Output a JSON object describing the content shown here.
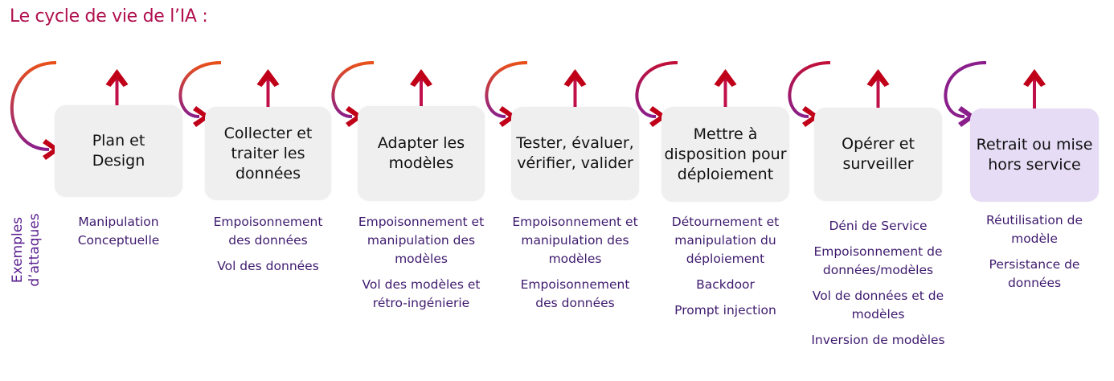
{
  "title": "Le cycle de vie de l’IA :",
  "side_label": "Exemples\nd’attaques",
  "colors": {
    "title": "#b0104e",
    "arrow": "#c00018",
    "loop_start": "#e8501a",
    "loop_end": "#8a1e8a",
    "box": "#efefef",
    "box_last": "#e6dcf5",
    "attack_text": "#3e1a6e"
  },
  "steps": [
    {
      "label": "Plan et\nDesign",
      "attacks": [
        "Manipulation\nConceptuelle"
      ]
    },
    {
      "label": "Collecter et\ntraiter les\ndonnées",
      "attacks": [
        "Empoisonnement\ndes données",
        "Vol des données"
      ]
    },
    {
      "label": "Adapter les\nmodèles",
      "attacks": [
        "Empoisonnement et\nmanipulation des\nmodèles",
        "Vol des modèles et\nrétro-ingénierie"
      ]
    },
    {
      "label": "Tester, évaluer,\nvérifier, valider",
      "attacks": [
        "Empoisonnement et\nmanipulation des\nmodèles",
        "Empoisonnement\ndes données"
      ]
    },
    {
      "label": "Mettre à\ndisposition pour\ndéploiement",
      "attacks": [
        "Détournement et\nmanipulation du\ndéploiement",
        "Backdoor",
        "Prompt injection"
      ]
    },
    {
      "label": "Opérer et\nsurveiller",
      "attacks": [
        "Déni de Service",
        "Empoisonnement de\ndonnées/modèles",
        "Vol de données et de\nmodèles",
        "Inversion de modèles"
      ]
    },
    {
      "label": "Retrait ou mise\nhors service",
      "attacks": [
        "Réutilisation de\nmodèle",
        "Persistance de\ndonnées"
      ]
    }
  ]
}
